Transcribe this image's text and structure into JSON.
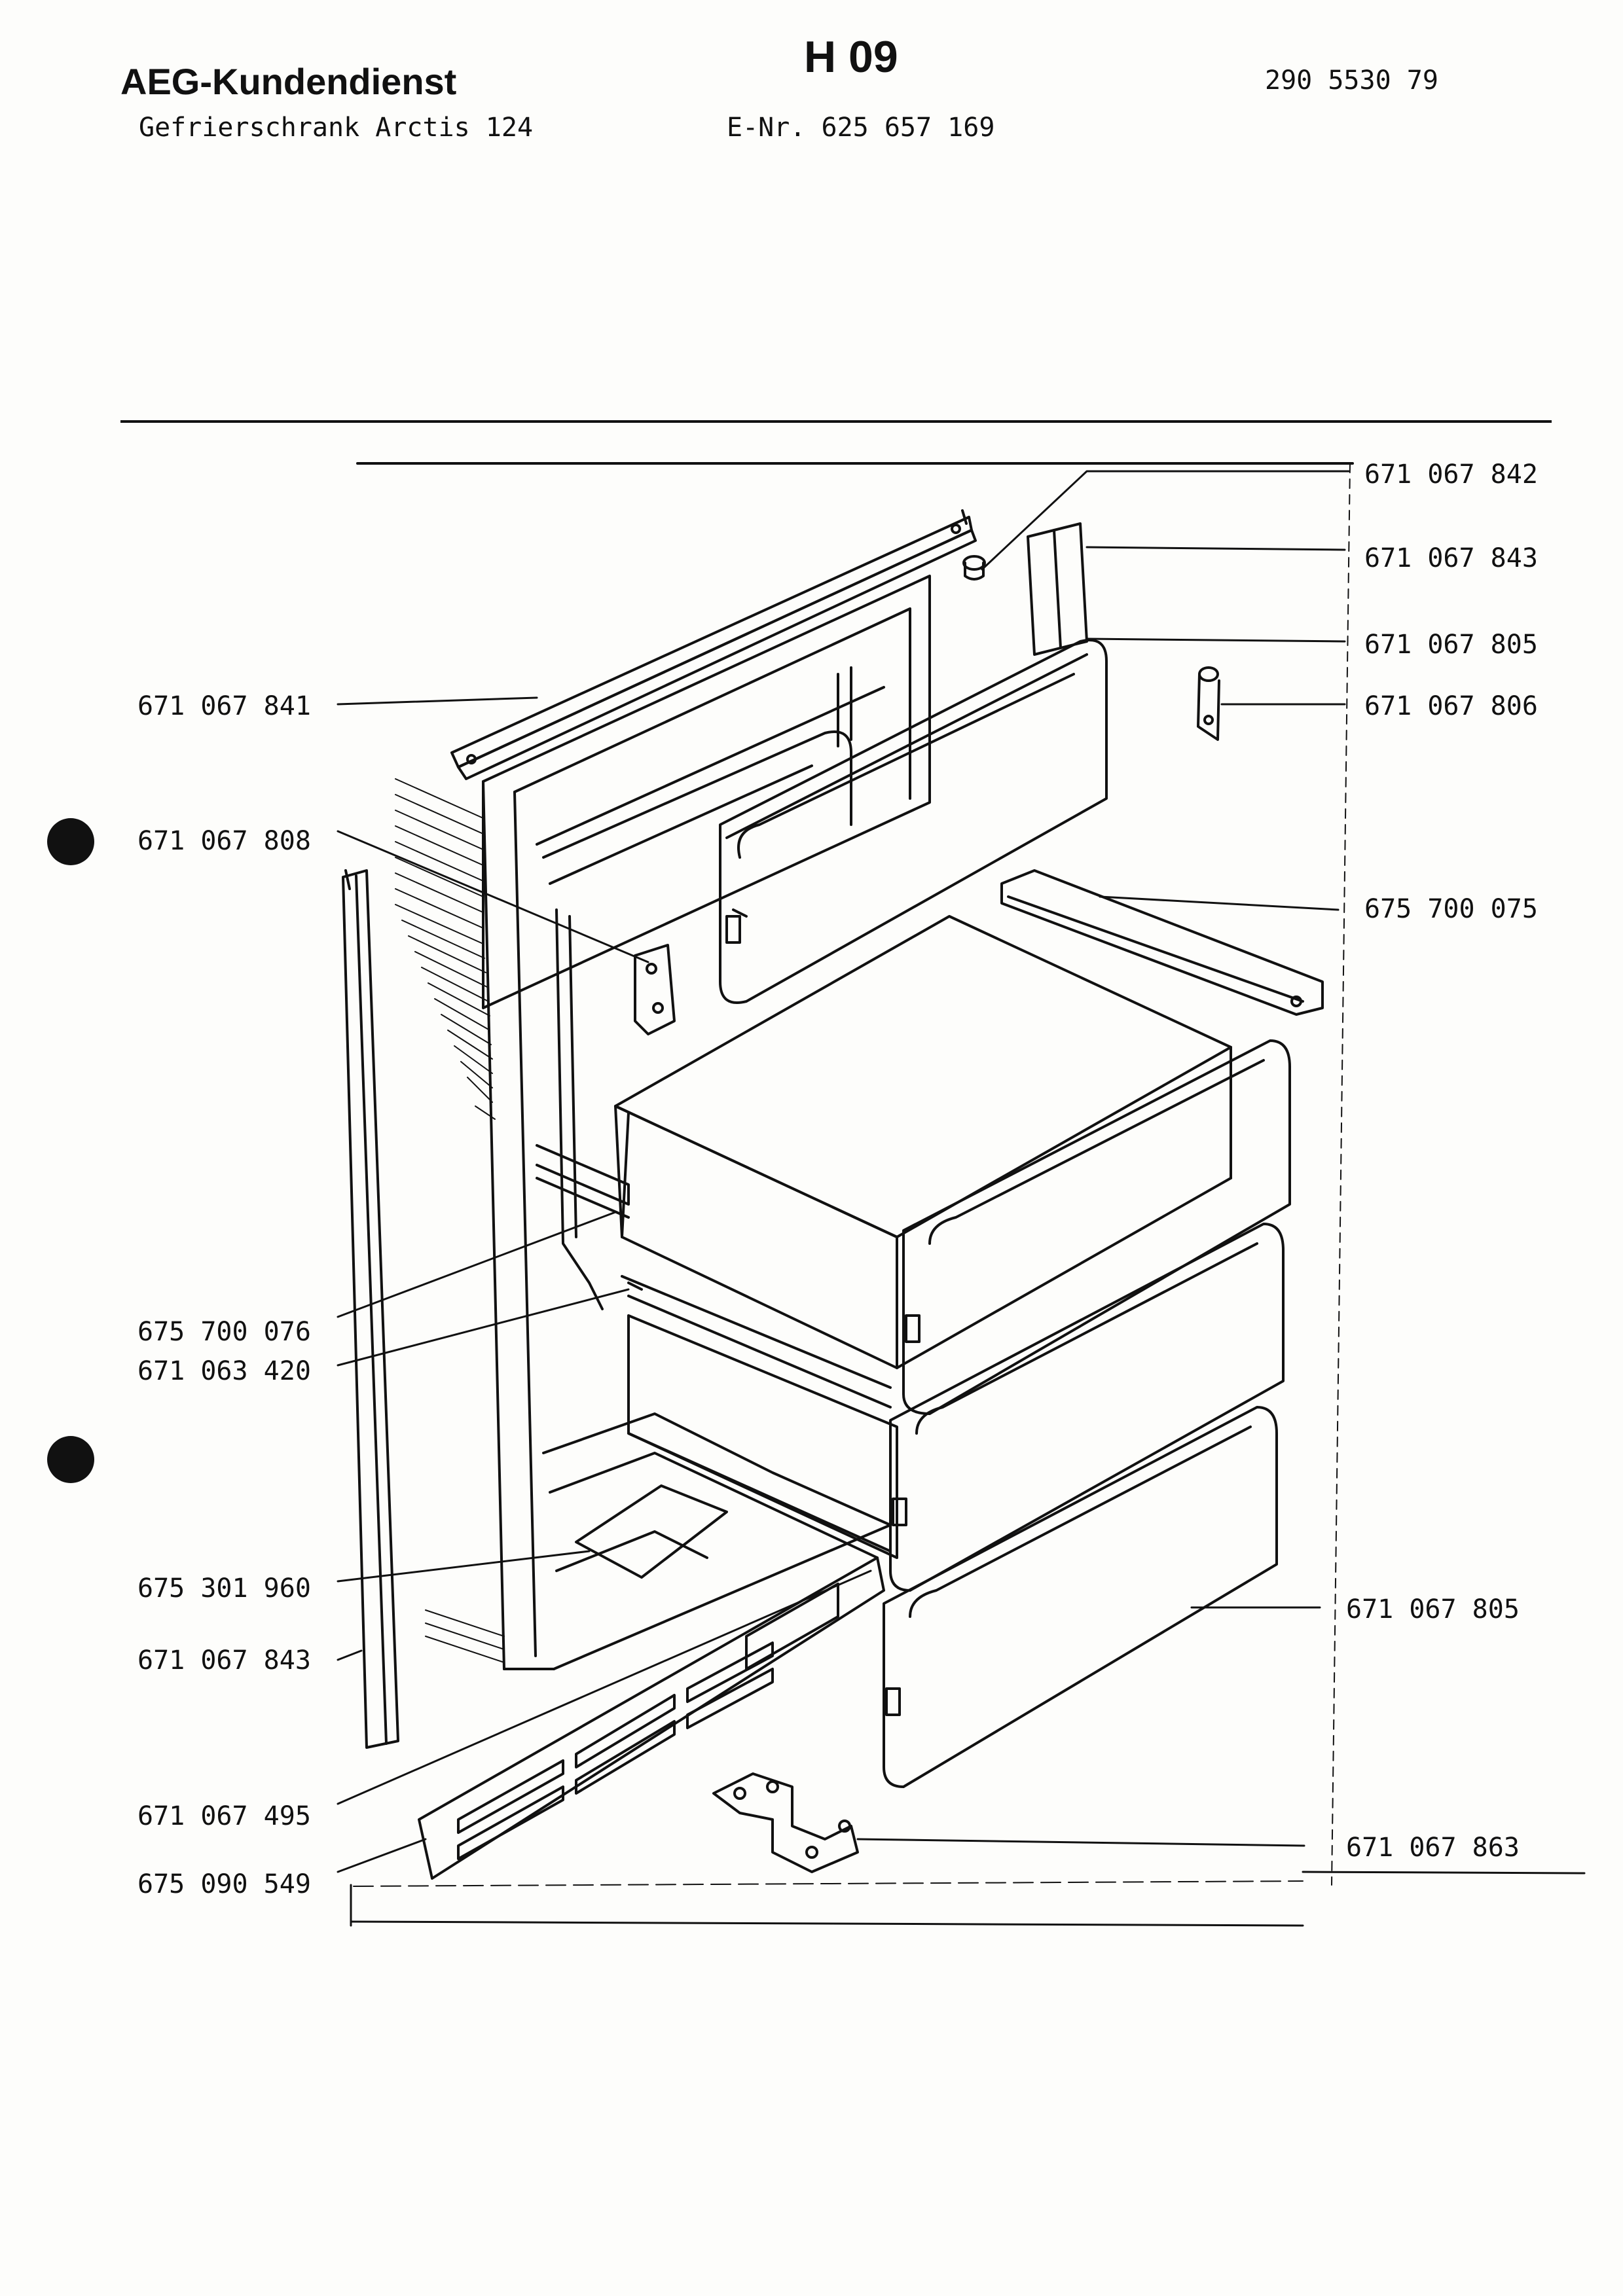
{
  "header": {
    "brand": "AEG-Kundendienst",
    "sheet": "H 09",
    "document_number": "290 5530 79",
    "model": "Gefrierschrank Arctis 124",
    "e_number": "E-Nr. 625 657 169"
  },
  "parts": {
    "top_right_knob": "671 067 842",
    "right_upright_strip": "671 067 843",
    "upper_flap": "671 067 805",
    "right_hinge_bracket": "671 067 806",
    "top_rail": "671 067 841",
    "left_hinge_bracket": "671 067 808",
    "right_side_rail": "675 700 075",
    "basket_runner": "675 700 076",
    "lower_runner": "671 063 420",
    "floor_plate": "675 301 960",
    "left_upright_strip": "671 067 843",
    "lower_flaps": "671 067 805",
    "bottom_grille": "671 067 495",
    "grille_panel": "675 090 549",
    "bottom_hinge": "671 067 863"
  }
}
